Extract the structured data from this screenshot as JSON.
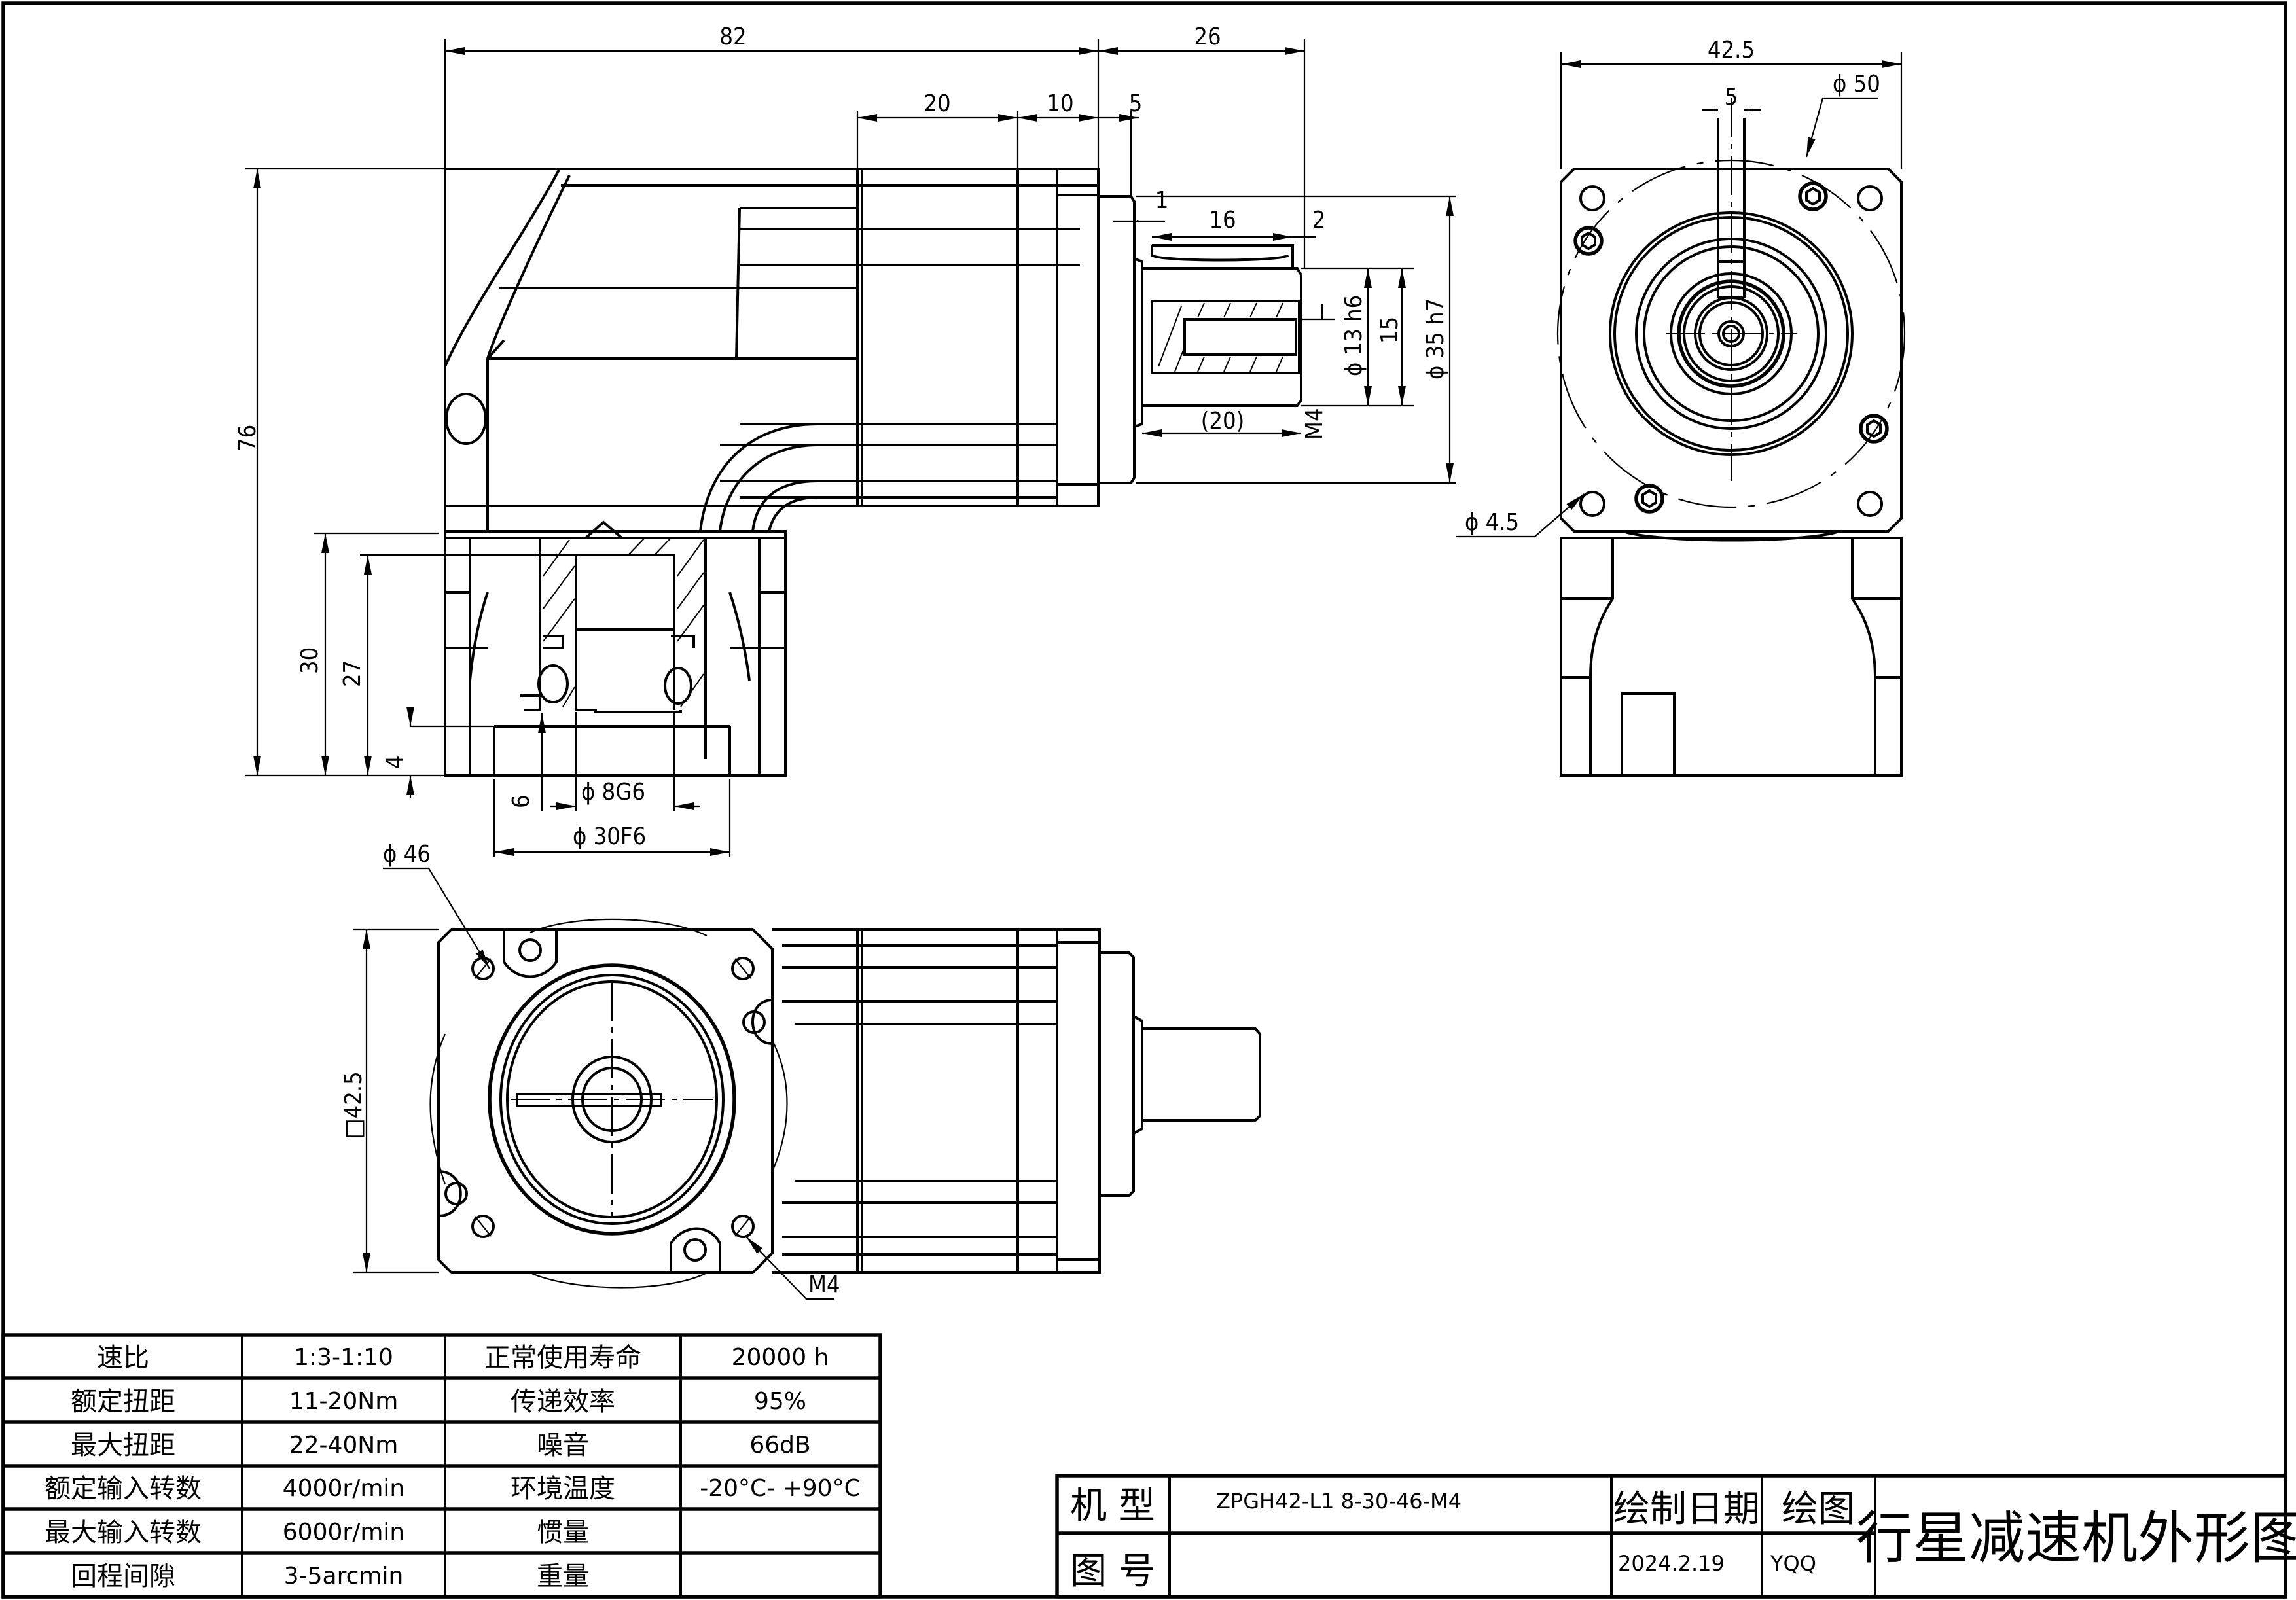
{
  "drawing": {
    "title": "行星减速机外形图",
    "views": {
      "front_section": {
        "dimensions": {
          "overall_length": "82",
          "shaft_length": "26",
          "dim_20": "20",
          "dim_10": "10",
          "dim_5": "5",
          "dim_1": "1",
          "dim_16": "16",
          "dim_2": "2",
          "shaft_dia": "ϕ 13 h6",
          "dim_15": "15",
          "pilot_dia": "ϕ 35 h7",
          "key_length": "(20)",
          "thread": "M4",
          "height_76": "76",
          "height_30": "30",
          "height_27": "27",
          "dim_4": "4",
          "dim_6": "6",
          "bore_dia": "ϕ 8G6",
          "input_pilot_dia": "ϕ 30F6"
        }
      },
      "side": {
        "dimensions": {
          "width": "42.5",
          "key_width": "5",
          "pcd": "ϕ 50",
          "hole_dia": "ϕ 4.5"
        }
      },
      "input_flange": {
        "dimensions": {
          "pcd": "ϕ 46",
          "square": "□42.5",
          "thread": "M4"
        }
      }
    }
  },
  "spec_table": {
    "rows": [
      {
        "label": "速比",
        "value": "1:3-1:10",
        "label2": "正常使用寿命",
        "value2": "20000 h"
      },
      {
        "label": "额定扭距",
        "value": "11-20Nm",
        "label2": "传递效率",
        "value2": "95%"
      },
      {
        "label": "最大扭距",
        "value": "22-40Nm",
        "label2": "噪音",
        "value2": "66dB"
      },
      {
        "label": "额定输入转数",
        "value": "4000r/min",
        "label2": "环境温度",
        "value2": "-20°C- +90°C"
      },
      {
        "label": "最大输入转数",
        "value": "6000r/min",
        "label2": "惯量",
        "value2": ""
      },
      {
        "label": "回程间隙",
        "value": "3-5arcmin",
        "label2": "重量",
        "value2": ""
      }
    ]
  },
  "title_block": {
    "model_label": "机 型",
    "model_value": "ZPGH42-L1 8-30-46-M4",
    "drawing_no_label": "图 号",
    "drawing_no_value": "",
    "date_label": "绘制日期",
    "date_value": "2024.2.19",
    "drawer_label": "绘图",
    "drawer_value": "YQQ",
    "title": "行星减速机外形图"
  }
}
